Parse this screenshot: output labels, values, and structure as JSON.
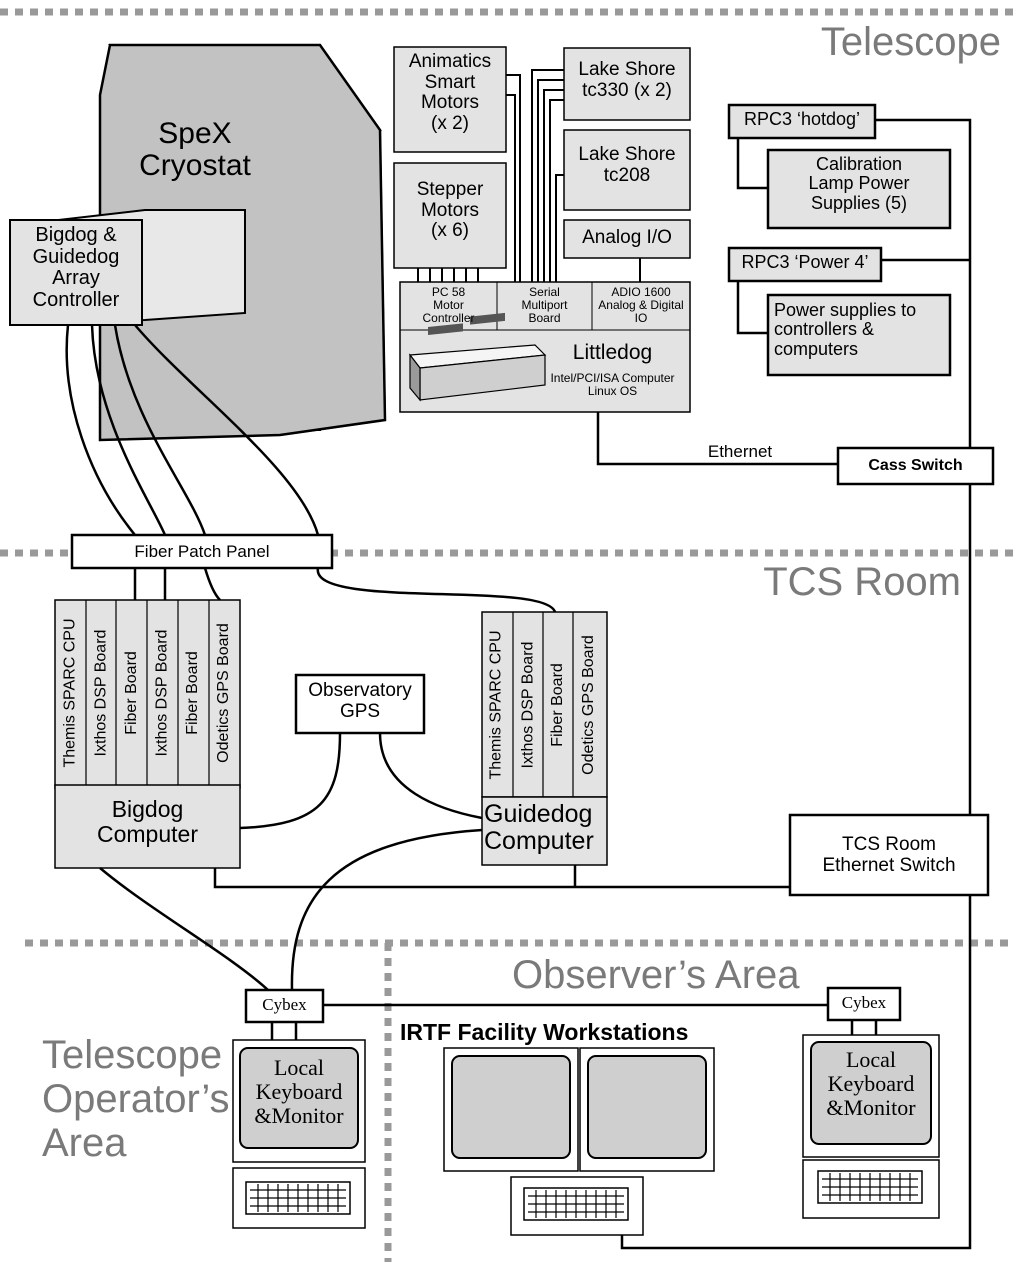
{
  "areas": {
    "telescope": "Telescope",
    "tcs_room": "TCS Room",
    "observers_area": "Observer’s Area",
    "operators_area": [
      "Telescope",
      "Operator’s",
      "Area"
    ]
  },
  "cryostat": [
    "SpeX",
    "Cryostat"
  ],
  "array_controller": [
    "Bigdog &",
    "Guidedog",
    "Array",
    "Controller"
  ],
  "animatics_motors": [
    "Animatics",
    "Smart",
    "Motors",
    "(x 2)"
  ],
  "stepper_motors": [
    "Stepper",
    "Motors",
    "(x 6)"
  ],
  "lakeshore_330": [
    "Lake Shore",
    "tc330 (x 2)"
  ],
  "lakeshore_208": [
    "Lake Shore",
    "tc208"
  ],
  "analog_io": "Analog I/O",
  "littledog_cards": {
    "pc58": [
      "PC 58",
      "Motor",
      "Controller"
    ],
    "serial": [
      "Serial",
      "Multiport",
      "Board"
    ],
    "adio": [
      "ADIO 1600",
      "Analog & Digital",
      "IO"
    ]
  },
  "littledog": {
    "title": "Littledog",
    "sub": [
      "Intel/PCI/ISA Computer",
      "Linux OS"
    ]
  },
  "rpc3_hotdog": "RPC3 ‘hotdog’",
  "calibration_supplies": [
    "Calibration",
    "Lamp Power",
    "Supplies (5)"
  ],
  "rpc3_power4": "RPC3 ‘Power 4’",
  "power_supplies": [
    "Power supplies to",
    "controllers &",
    "computers"
  ],
  "ethernet": "Ethernet",
  "cass_switch": "Cass Switch",
  "fiber_patch_panel": "Fiber Patch Panel",
  "bigdog_boards": [
    "Themis SPARC CPU",
    "Ixthos DSP Board",
    "Fiber Board",
    "Ixthos DSP Board",
    "Fiber Board",
    "Odetics GPS Board"
  ],
  "bigdog_computer": [
    "Bigdog",
    "Computer"
  ],
  "observatory_gps": [
    "Observatory",
    "GPS"
  ],
  "guidedog_boards": [
    "Themis SPARC CPU",
    "Ixthos DSP Board",
    "Fiber Board",
    "Odetics GPS Board"
  ],
  "guidedog_computer": [
    "Guidedog",
    "Computer"
  ],
  "tcs_switch": [
    "TCS Room",
    "Ethernet Switch"
  ],
  "cybex": "Cybex",
  "local_keyboard": [
    "Local",
    "Keyboard",
    "&Monitor"
  ],
  "irtf_workstations": "IRTF Facility Workstations",
  "colors": {
    "box_fill": "#e3e3e3",
    "cryostat_fill": "#c2c2c2",
    "area_text": "#7a7a7a",
    "dash": "#999999"
  }
}
